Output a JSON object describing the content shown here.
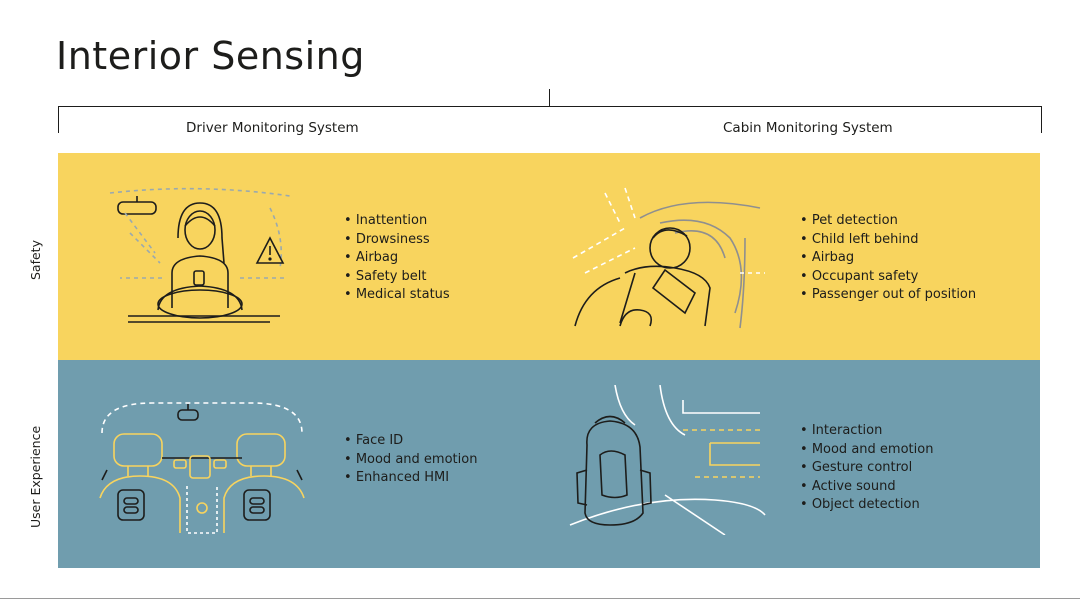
{
  "title": "Interior Sensing",
  "columns": {
    "driver": "Driver Monitoring System",
    "cabin": "Cabin Monitoring System"
  },
  "rows": {
    "safety": "Safety",
    "ux": "User Experience"
  },
  "lists": {
    "driver_safety": [
      "Inattention",
      "Drowsiness",
      "Airbag",
      "Safety belt",
      "Medical status"
    ],
    "cabin_safety": [
      "Pet detection",
      "Child left behind",
      "Airbag",
      "Occupant safety",
      "Passenger out of position"
    ],
    "driver_ux": [
      "Face ID",
      "Mood and emotion",
      "Enhanced HMI"
    ],
    "cabin_ux": [
      "Interaction",
      "Mood and emotion",
      "Gesture control",
      "Active sound",
      "Object detection"
    ]
  },
  "colors": {
    "safety_band": "#f8d45e",
    "ux_band": "#709dae",
    "line_dark": "#1d1d1b",
    "line_light": "#ffffff"
  },
  "illustrations": [
    "driver-illustration",
    "child-seat-illustration",
    "cockpit-illustration",
    "backpack-illustration"
  ]
}
